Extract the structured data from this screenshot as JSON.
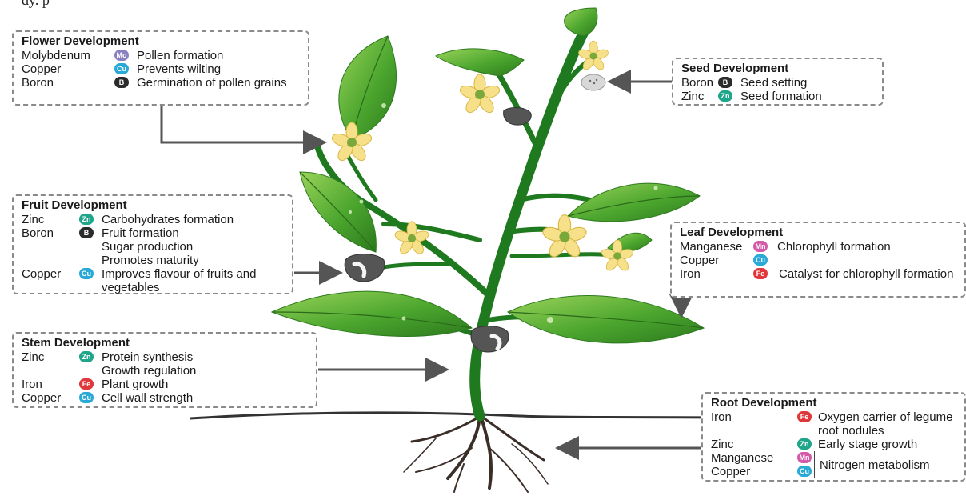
{
  "caption": "dy.  p",
  "colors": {
    "Mo": "#8b7fc2",
    "Cu": "#29a9d6",
    "B": "#2b2b2b",
    "Zn": "#1fa58a",
    "Fe": "#e0373a",
    "Mn": "#d35aa8",
    "leaf": "#4ca62e",
    "stem": "#1f7a1f",
    "petal": "#f6e08a"
  },
  "flower": {
    "title": "Flower Development",
    "rows": [
      {
        "element": "Molybdenum",
        "symbol": "Mo",
        "role": "Pollen formation"
      },
      {
        "element": "Copper",
        "symbol": "Cu",
        "role": "Prevents wilting"
      },
      {
        "element": "Boron",
        "symbol": "B",
        "role": "Germination of pollen grains"
      }
    ]
  },
  "seed": {
    "title": "Seed Development",
    "rows": [
      {
        "element": "Boron",
        "symbol": "B",
        "role": "Seed setting"
      },
      {
        "element": "Zinc",
        "symbol": "Zn",
        "role": "Seed formation"
      }
    ]
  },
  "fruit": {
    "title": "Fruit Development",
    "rows": [
      {
        "element": "Zinc",
        "symbol": "Zn",
        "role": "Carbohydrates formation"
      },
      {
        "element": "Boron",
        "symbol": "B",
        "role": "Fruit formation"
      },
      {
        "element": "",
        "symbol": "",
        "role": "Sugar production"
      },
      {
        "element": "",
        "symbol": "",
        "role": "Promotes maturity"
      },
      {
        "element": "Copper",
        "symbol": "Cu",
        "role": "Improves flavour of fruits and vegetables"
      }
    ]
  },
  "leaf": {
    "title": "Leaf Development",
    "rows": [
      {
        "element": "Manganese",
        "symbol": "Mn",
        "role": "Chlorophyll formation"
      },
      {
        "element": "Copper",
        "symbol": "Cu",
        "role": ""
      },
      {
        "element": "Iron",
        "symbol": "Fe",
        "role": "Catalyst for chlorophyll formation"
      }
    ]
  },
  "stem": {
    "title": "Stem Development",
    "rows": [
      {
        "element": "Zinc",
        "symbol": "Zn",
        "role": "Protein synthesis"
      },
      {
        "element": "",
        "symbol": "",
        "role": "Growth regulation"
      },
      {
        "element": "Iron",
        "symbol": "Fe",
        "role": "Plant growth"
      },
      {
        "element": "Copper",
        "symbol": "Cu",
        "role": "Cell wall strength"
      }
    ]
  },
  "root": {
    "title": "Root Development",
    "rows": [
      {
        "element": "Iron",
        "symbol": "Fe",
        "role": "Oxygen carrier of legume root nodules"
      },
      {
        "element": "Zinc",
        "symbol": "Zn",
        "role": "Early stage growth"
      },
      {
        "element": "Manganese",
        "symbol": "Mn",
        "role": "Nitrogen metabolism"
      },
      {
        "element": "Copper",
        "symbol": "Cu",
        "role": ""
      }
    ]
  }
}
